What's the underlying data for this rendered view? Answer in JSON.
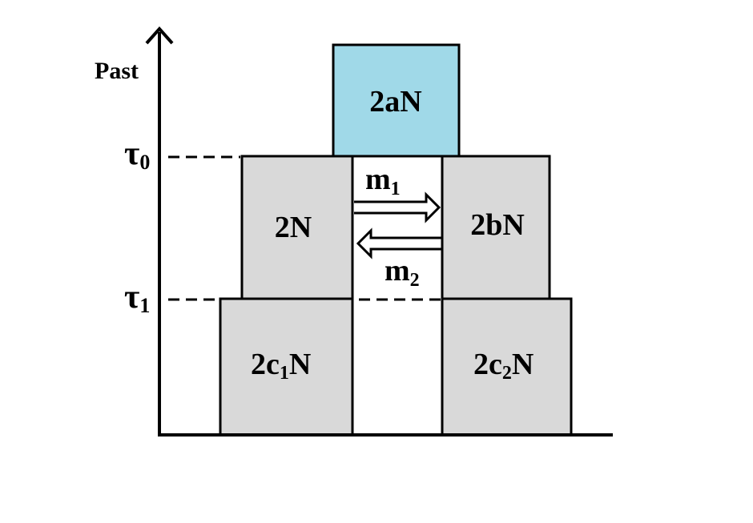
{
  "axis": {
    "label": "Past",
    "tau0": {
      "symbol": "τ",
      "sub": "0"
    },
    "tau1": {
      "symbol": "τ",
      "sub": "1"
    }
  },
  "blocks": {
    "ancestral": {
      "label": "2aN",
      "color": "#a0d9e8"
    },
    "pop1": {
      "label": "2N",
      "color": "#d9d9d9"
    },
    "pop2": {
      "label": "2bN",
      "color": "#d9d9d9"
    },
    "pop1_recent": {
      "base": "2c",
      "sub": "1",
      "tail": "N",
      "color": "#d9d9d9"
    },
    "pop2_recent": {
      "base": "2c",
      "sub": "2",
      "tail": "N",
      "color": "#d9d9d9"
    }
  },
  "migration": {
    "m1": {
      "base": "m",
      "sub": "1"
    },
    "m2": {
      "base": "m",
      "sub": "2"
    }
  }
}
